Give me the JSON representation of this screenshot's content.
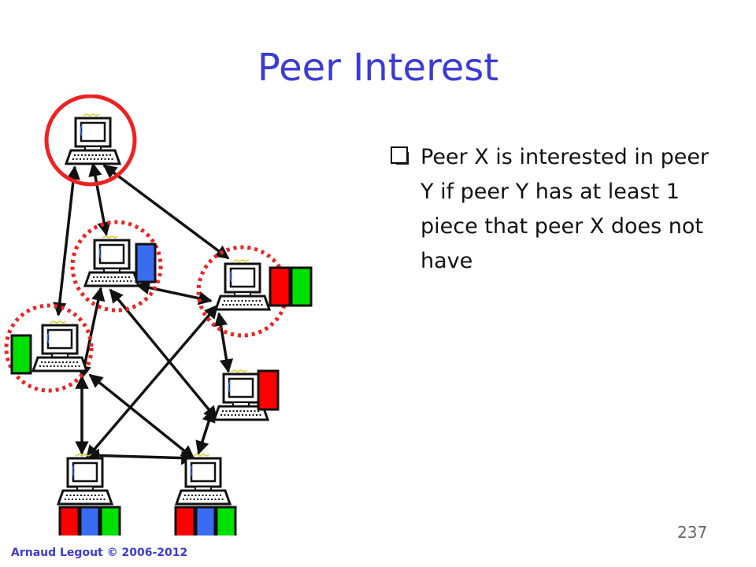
{
  "slide": {
    "title": "Peer Interest",
    "bullet": "Peer X is interested in peer Y if peer Y has at least 1 piece that peer X does not have",
    "page_number": "237",
    "footer": "Arnaud Legout © 2006-2012"
  },
  "diagram": {
    "peers": [
      {
        "id": "peer-top",
        "pieces": [],
        "highlight": "solid"
      },
      {
        "id": "peer-upper-mid",
        "pieces": [
          "blue"
        ],
        "highlight": "dashed"
      },
      {
        "id": "peer-right",
        "pieces": [
          "red",
          "green"
        ],
        "highlight": "dashed"
      },
      {
        "id": "peer-left",
        "pieces": [
          "green"
        ],
        "highlight": "dashed"
      },
      {
        "id": "peer-mid-right",
        "pieces": [
          "red"
        ],
        "highlight": "none"
      },
      {
        "id": "peer-bottom-left",
        "pieces": [
          "red",
          "blue",
          "green"
        ],
        "highlight": "none"
      },
      {
        "id": "peer-bottom-right",
        "pieces": [
          "red",
          "blue",
          "green"
        ],
        "highlight": "none"
      }
    ],
    "links": [
      [
        "peer-top",
        "peer-upper-mid"
      ],
      [
        "peer-top",
        "peer-right"
      ],
      [
        "peer-top",
        "peer-left"
      ],
      [
        "peer-upper-mid",
        "peer-right"
      ],
      [
        "peer-upper-mid",
        "peer-left"
      ],
      [
        "peer-upper-mid",
        "peer-mid-right"
      ],
      [
        "peer-right",
        "peer-mid-right"
      ],
      [
        "peer-right",
        "peer-bottom-left"
      ],
      [
        "peer-left",
        "peer-bottom-left"
      ],
      [
        "peer-left",
        "peer-bottom-right"
      ],
      [
        "peer-bottom-left",
        "peer-bottom-right"
      ],
      [
        "peer-mid-right",
        "peer-bottom-right"
      ]
    ],
    "colors": {
      "red": "#ff0000",
      "green": "#00e000",
      "blue": "#3a6cf2",
      "highlight": "#ee2222",
      "title": "#3b3bd6"
    }
  }
}
